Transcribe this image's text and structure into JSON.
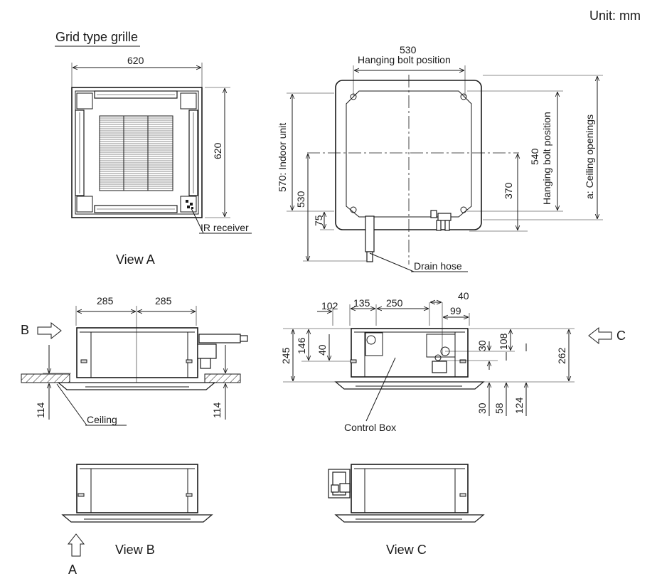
{
  "header": {
    "unit_label": "Unit: mm"
  },
  "view_a": {
    "title": "Grid type grille",
    "width_dim": "620",
    "height_dim": "620",
    "ir_receiver": "IR receiver",
    "caption": "View A"
  },
  "top_right": {
    "dim_530_top": "530",
    "hanging_bolt_top": "Hanging bolt position",
    "indoor_unit": "570: Indoor unit",
    "dim_530_left": "530",
    "dim_75": "75",
    "dim_370": "370",
    "hanging_bolt_side": "540\nHanging bolt position",
    "hanging_bolt_side_line1": "540",
    "hanging_bolt_side_line2": "Hanging bolt position",
    "ceiling_openings": "a: Ceiling openings",
    "drain_hose": "Drain hose"
  },
  "view_b_side": {
    "arrow_label": "B",
    "dim_left": "285",
    "dim_right": "285",
    "dim_114_left": "114",
    "dim_114_right": "114",
    "ceiling": "Ceiling"
  },
  "view_c_side": {
    "arrow_label": "C",
    "dim_102": "102",
    "dim_135": "135",
    "dim_250": "250",
    "dim_40_top": "40",
    "dim_99": "99",
    "dim_146": "146",
    "dim_40_left": "40",
    "dim_245": "245",
    "dim_30_a": "30",
    "dim_108": "108",
    "dim_262": "262",
    "dim_30_b": "30",
    "dim_58": "58",
    "dim_124": "124",
    "control_box": "Control Box"
  },
  "bottom": {
    "view_b": "View B",
    "view_c": "View C",
    "arrow_a": "A"
  }
}
